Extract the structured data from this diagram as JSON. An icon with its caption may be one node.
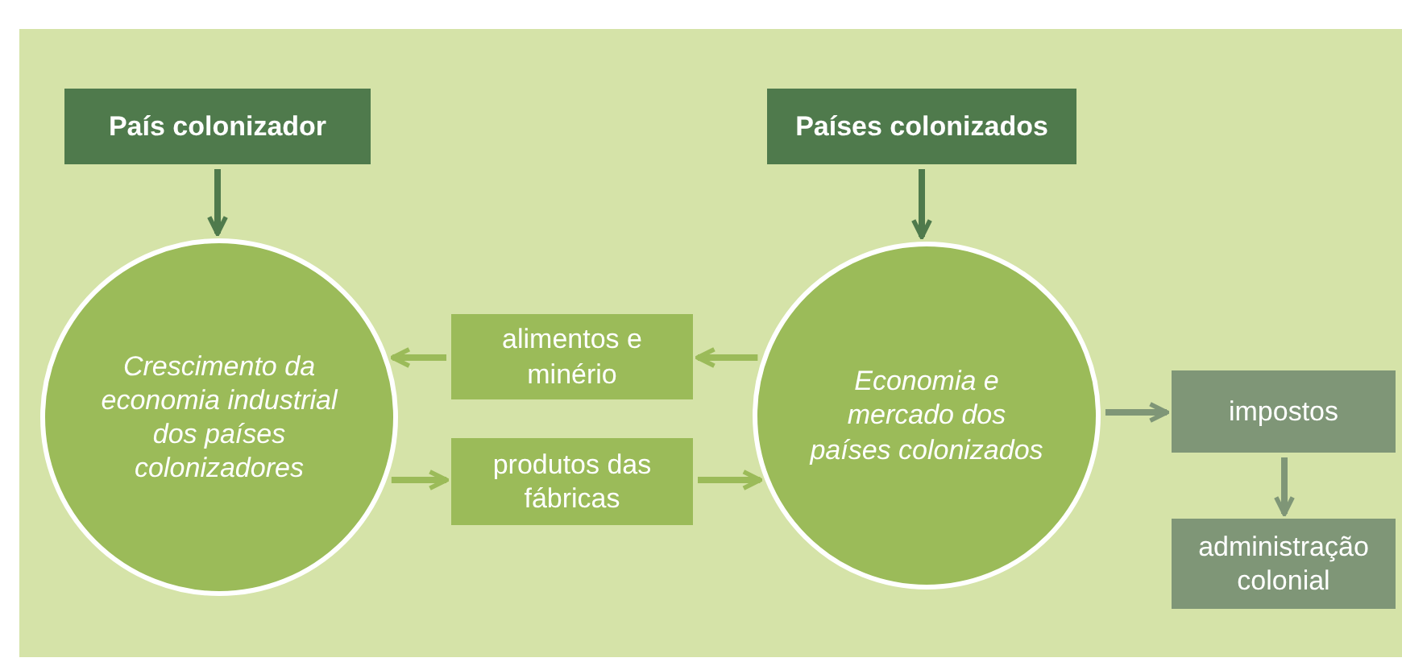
{
  "diagram": {
    "nodes": [
      {
        "text": [
          "País colonizador"
        ]
      },
      {
        "text": [
          "Países colonizados"
        ]
      },
      {
        "text": [
          "Crescimento da economia industrial dos países colonizadores"
        ]
      },
      {
        "text": [
          "alimentos e minério"
        ]
      },
      {
        "text": [
          "produtos das fábricas"
        ]
      },
      {
        "text": [
          "Economia e mercado dos países colonizados"
        ]
      },
      {
        "text": [
          "impostos"
        ]
      },
      {
        "text": [
          "administração colonial"
        ]
      }
    ],
    "edges": [
      {
        "from": 0,
        "to": 2,
        "arrow": "to",
        "color": "#4f7a4c"
      },
      {
        "from": 1,
        "to": 5,
        "arrow": "to",
        "color": "#4f7a4c"
      },
      {
        "from": 5,
        "to": 3,
        "arrow": "to"
      },
      {
        "from": 3,
        "to": 2,
        "arrow": "to"
      },
      {
        "from": 2,
        "to": 4,
        "arrow": "to"
      },
      {
        "from": 4,
        "to": 5,
        "arrow": "to"
      },
      {
        "from": 5,
        "to": 6,
        "arrow": "to",
        "color": "#7f9677"
      },
      {
        "from": 6,
        "to": 7,
        "arrow": "to",
        "color": "#7f9677"
      }
    ]
  }
}
